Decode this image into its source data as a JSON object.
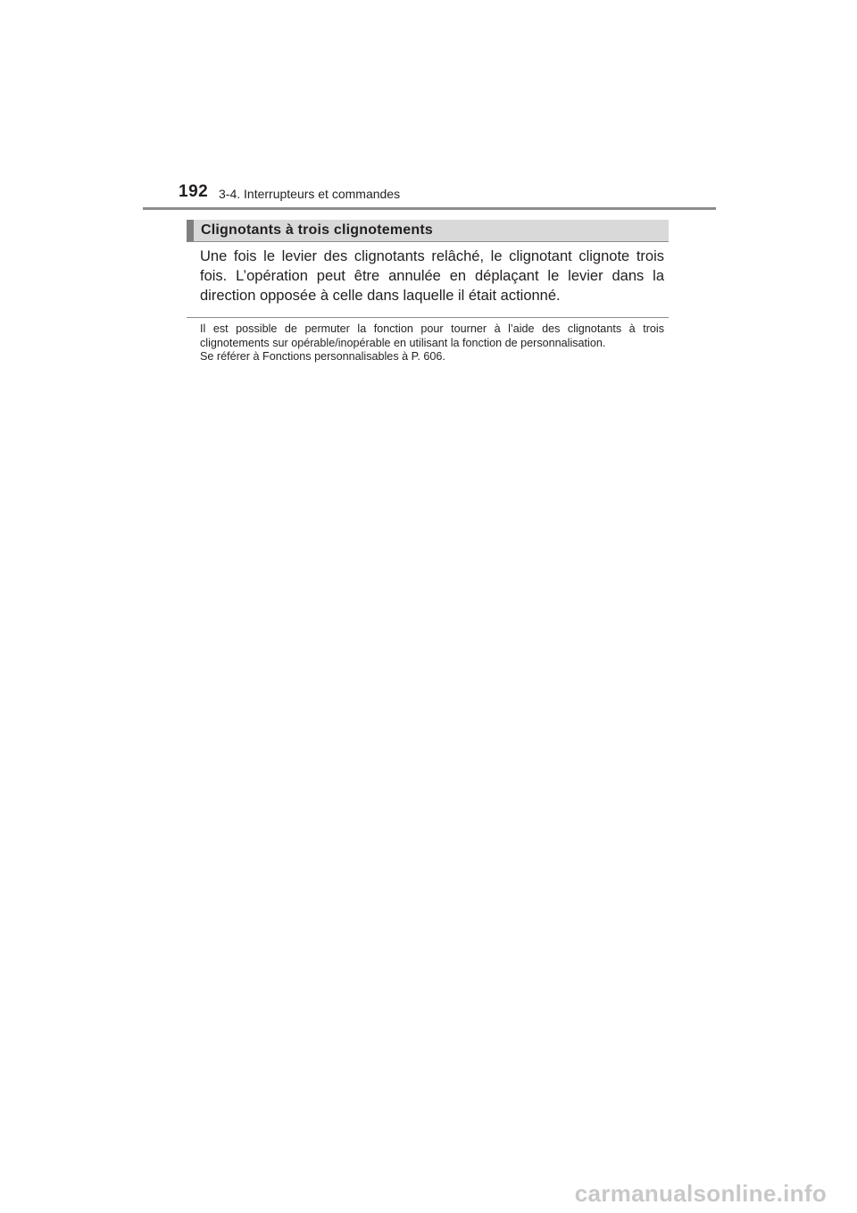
{
  "header": {
    "page_number": "192",
    "chapter": "3-4. Interrupteurs et commandes"
  },
  "section": {
    "heading": "Clignotants à trois clignotements",
    "body": "Une fois le levier des clignotants relâché, le clignotant clignote trois fois. L’opération peut être annulée en déplaçant le levier dans la direction opposée à celle dans laquelle il était actionné."
  },
  "note": {
    "paragraph": "Il est possible de permuter la fonction pour tourner à l’aide des clignotants à trois clignotements sur opérable/inopérable en utilisant la fonction de personnalisation.",
    "reference": "Se référer à Fonctions personnalisables à P. 606."
  },
  "watermark": "carmanualsonline.info"
}
